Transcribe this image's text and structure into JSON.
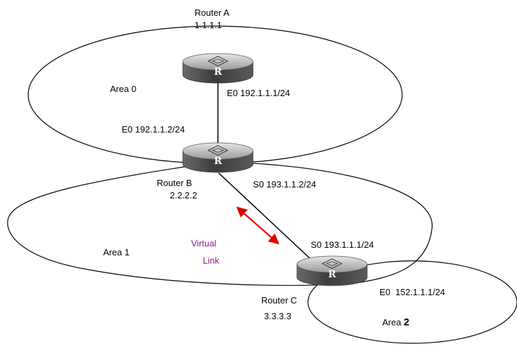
{
  "routers": {
    "a": {
      "name": "Router A",
      "id": "1.1.1.1",
      "icon": "router-icon",
      "letter": "R"
    },
    "b": {
      "name": "Router B",
      "id": "2.2.2.2",
      "icon": "router-icon",
      "letter": "R"
    },
    "c": {
      "name": "Router C",
      "id": "3.3.3.3",
      "icon": "router-icon",
      "letter": "R"
    }
  },
  "areas": {
    "area0": "Area 0",
    "area1": "Area 1",
    "area2_prefix": "Area ",
    "area2_num": "2"
  },
  "interfaces": {
    "a_e0": "E0 192.1.1.1/24",
    "b_e0": "E0 192.1.1.2/24",
    "b_s0": "S0 193.1.1.2/24",
    "c_s0": "S0 193.1.1.1/24",
    "c_e0": "E0  152.1.1.1/24"
  },
  "virtual_link": {
    "line1": "Virtual",
    "line2": "Link",
    "color": "#8b1a8b",
    "arrow_color": "#e00000"
  }
}
